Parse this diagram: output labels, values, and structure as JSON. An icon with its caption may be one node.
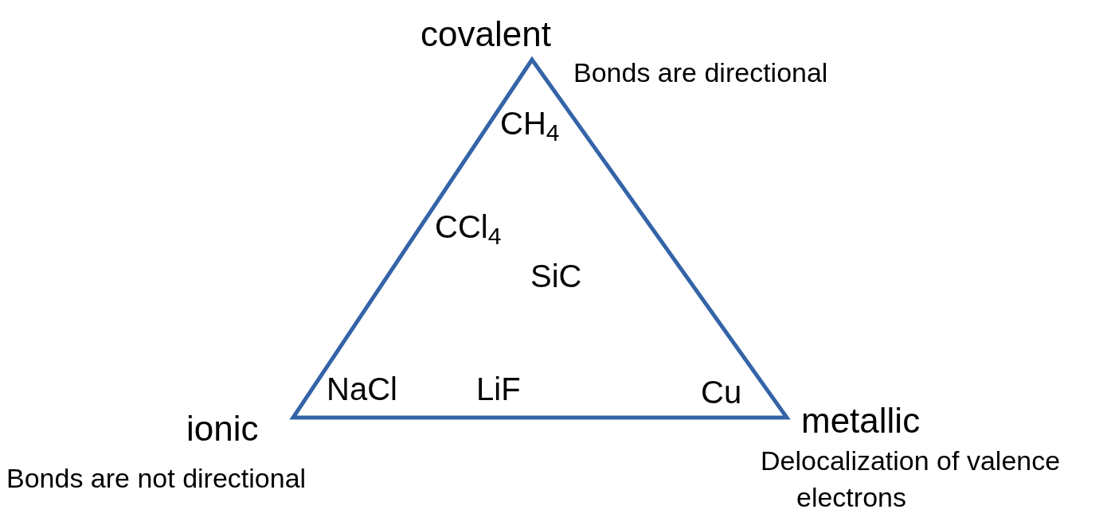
{
  "diagram": {
    "nodes": [
      {
        "text": [
          "CH$_{4}$",
          "CCl$_{4}$",
          "SiC",
          "NaCl",
          "LiF",
          "Cu"
        ]
      }
    ],
    "labels": [
      "covalent",
      "Bonds are directional",
      "ionic",
      "metallic",
      "Bonds are not directional",
      "Delocalization of valence electrons"
    ]
  }
}
